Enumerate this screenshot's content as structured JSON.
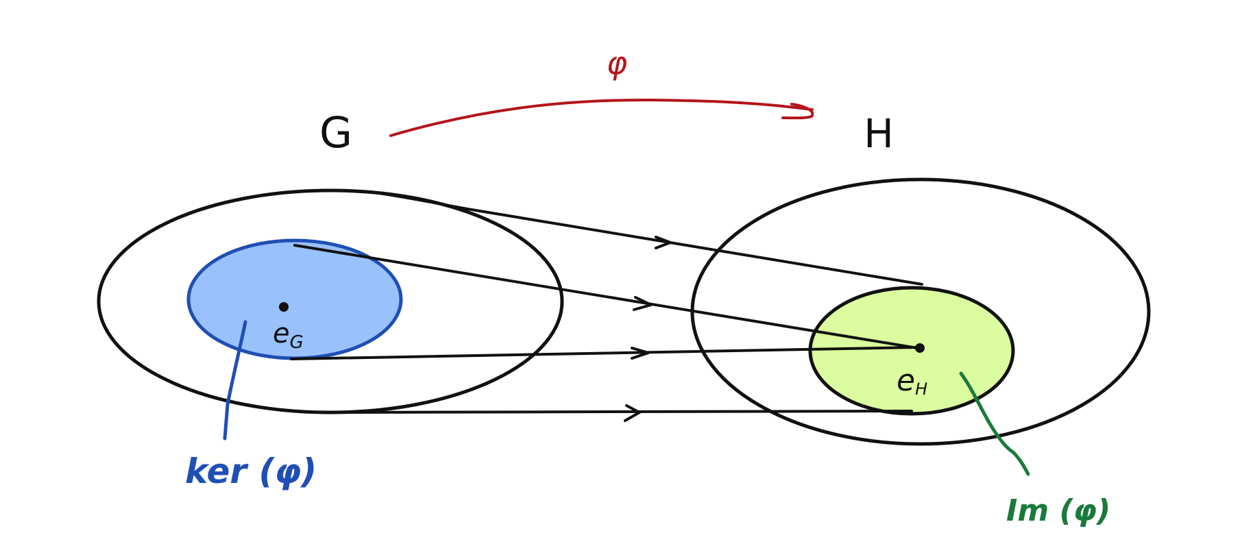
{
  "diagram": {
    "map_label": "φ",
    "domain_label": "G",
    "codomain_label": "H",
    "identity_g": {
      "base": "e",
      "sub": "G"
    },
    "identity_h": {
      "base": "e",
      "sub": "H"
    },
    "kernel_label": "ker (φ)",
    "image_label": "Im (φ)"
  },
  "colors": {
    "outline": "#111111",
    "map_arrow": "#b3151b",
    "kernel_fill": "#99c1fb",
    "kernel_stroke": "#1f4fb5",
    "kernel_text": "#1f4fb5",
    "image_fill": "#dcfd9f",
    "image_text": "#1a7a3a"
  }
}
